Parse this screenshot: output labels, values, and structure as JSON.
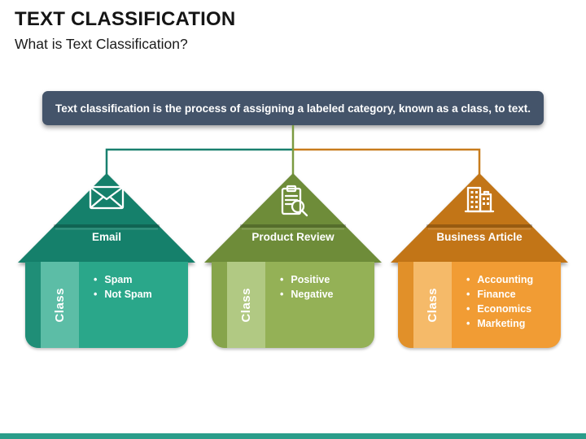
{
  "header": {
    "title": "TEXT CLASSIFICATION",
    "subtitle": "What is Text Classification?"
  },
  "definition": {
    "text": "Text classification is the process of assigning a labeled category, known as a class, to text.",
    "bg_color": "#44546a",
    "text_color": "#ffffff"
  },
  "houses": [
    {
      "label": "Email",
      "icon": "envelope-icon",
      "class_label": "Class",
      "items": [
        "Spam",
        "Not Spam"
      ],
      "colors": {
        "roof": "#15806b",
        "body": "#2aa78a",
        "band": "#5cbda6",
        "edge": "#1f8e77",
        "connector": "#19806f"
      }
    },
    {
      "label": "Product Review",
      "icon": "clipboard-magnifier-icon",
      "class_label": "Class",
      "items": [
        "Positive",
        "Negative"
      ],
      "colors": {
        "roof": "#6e8c39",
        "body": "#94b156",
        "band": "#b1c983",
        "edge": "#86a44b",
        "connector": "#7b9a41"
      }
    },
    {
      "label": "Business Article",
      "icon": "office-buildings-icon",
      "class_label": "Class",
      "items": [
        "Accounting",
        "Finance",
        "Economics",
        "Marketing"
      ],
      "colors": {
        "roof": "#c27517",
        "body": "#f19c34",
        "band": "#f5ba69",
        "edge": "#e19029",
        "connector": "#c87c1d"
      }
    }
  ],
  "footer": {
    "bar_color": "#2a9d8a"
  }
}
